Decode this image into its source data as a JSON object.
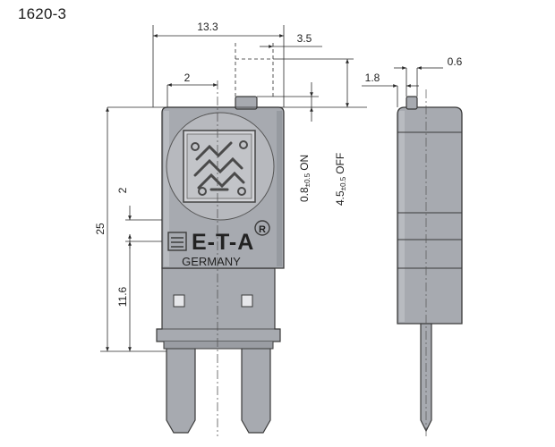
{
  "drawing": {
    "part_number": "1620-3",
    "dimensions": {
      "overall_width": "13.3",
      "button_offset": "3.5",
      "button_width": "2",
      "overall_height": "25",
      "pin_offset": "11.6",
      "gap": "2",
      "side_thickness": "1.8",
      "side_button": "0.6",
      "travel_on": "0.8",
      "travel_on_tol": "±0.5",
      "travel_on_label": "ON",
      "travel_off": "4.5",
      "travel_off_tol": "±0.5",
      "travel_off_label": "OFF"
    },
    "brand": {
      "name": "E-T-A",
      "registered": "R",
      "country": "GERMANY"
    },
    "colors": {
      "body": "#a7aab0",
      "body_light": "#c6c8cd",
      "body_dark": "#8d9096",
      "outline": "#3a3a3a",
      "dim_line": "#2a2a2a"
    }
  }
}
